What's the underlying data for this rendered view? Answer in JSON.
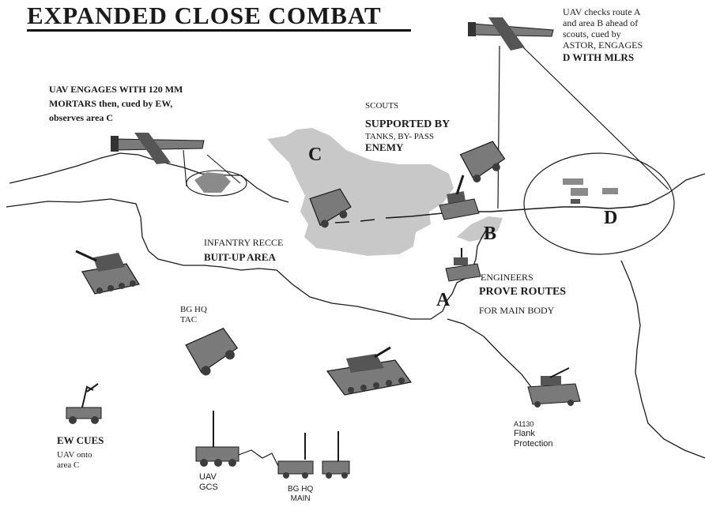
{
  "title": "EXPANDED CLOSE COMBAT",
  "colors": {
    "area_fill": "#c8c8c8",
    "ink": "#1a1a1a",
    "vehicle": "#6e6e6e",
    "vehicle_dark": "#3c3c3c"
  },
  "area_letters": {
    "c": "C",
    "b": "B",
    "a": "A",
    "d": "D"
  },
  "labels": {
    "uav_right": [
      "UAV checks route A",
      "and area B ahead of",
      "scouts, cued by",
      "ASTOR, ENGAGES",
      "D WITH MLRS"
    ],
    "uav_left": [
      "UAV ENGAGES WITH 120 MM",
      "MORTARS then, cued by EW,",
      "observes area C"
    ],
    "scouts_head": "SCOUTS",
    "scouts_body": [
      "SUPPORTED BY",
      "TANKS, BY- PASS",
      "ENEMY"
    ],
    "infantry_head": "INFANTRY RECCE",
    "infantry_body": "BUIT-UP AREA",
    "engineers_head": "ENGINEERS",
    "engineers_body": "PROVE ROUTES",
    "engineers_tail": "FOR MAIN BODY",
    "bghq_tac": [
      "BG HQ",
      "TAC"
    ],
    "ew_head": "EW CUES",
    "ew_body": [
      "UAV onto",
      "area C"
    ],
    "uav_gcs": [
      "UAV",
      "GCS"
    ],
    "bghq_main": [
      "BG HQ",
      "MAIN"
    ],
    "flank": [
      "A1130",
      "Flank",
      "Protection"
    ]
  }
}
